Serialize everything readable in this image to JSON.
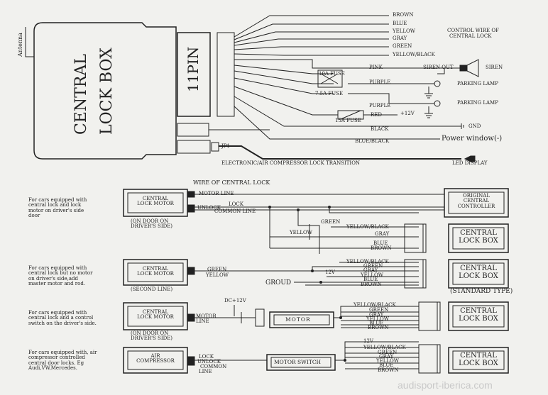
{
  "main_unit": {
    "title_line1": "CENTRAL",
    "title_line2": "LOCK BOX",
    "antenna": "Antenna",
    "pin_label": "11PIN",
    "jp1": "JP1"
  },
  "wires_top": {
    "brown": "BROWN",
    "blue": "BLUE",
    "yellow": "YELLOW",
    "gray": "GRAY",
    "green": "GREEN",
    "yellow_black": "YELLOW/BLACK",
    "pink": "PINK",
    "purple1": "PURPLE",
    "purple2": "PURPLE",
    "red": "RED",
    "black": "BLACK",
    "blue_black": "BLUE/BLACK",
    "fuse_10a": "10A FUSE",
    "fuse_75a": "7.5A FUSE",
    "fuse_15a": "15A FUSE",
    "plus12v": "+12V",
    "gnd": "GND",
    "siren_out": "SIREN OUT",
    "siren": "SIREN",
    "parking_lamp1": "PARKING LAMP",
    "parking_lamp2": "PARKING LAMP",
    "power_window": "Power window(-)",
    "control_wire_line1": "CONTROL WIRE OF",
    "control_wire_line2": "CENTRAL LOCK",
    "led_display": "LED DISPLAY",
    "electronic_air": "ELECTRONIC/AIR COMPRESSOR LOCK TRANSITION"
  },
  "wire_of_central_lock": "WIRE OF CENTRAL LOCK",
  "standard_type": "(STANDARD TYPE)",
  "watermark": "audisport-iberica.com",
  "section1": {
    "desc": [
      "For cars equipped with",
      "central lock and lock",
      "motor on driver's side",
      "door"
    ],
    "motor_box": [
      "CENTRAL",
      "LOCK MOTOR"
    ],
    "caption": [
      "(ON DOOR ON",
      "DRIVER'S SIDE)"
    ],
    "motor_line": "MOTOR LINE",
    "lock": "LOCK",
    "unlock": "UNLOCK",
    "common_line": "COMMON LINE",
    "controller": [
      "ORIGINAL",
      "CENTRAL",
      "CONTROLLER"
    ],
    "green": "GREEN",
    "yellow": "YELLOW",
    "wires": [
      "YELLOW/BLACK",
      "GRAY",
      "BLUE",
      "BROWN"
    ],
    "lockbox": [
      "CENTRAL",
      "LOCK BOX"
    ]
  },
  "section2": {
    "desc": [
      "For cars equipped with",
      "central lock but no motor",
      "on driver's side,add",
      "master motor and rod."
    ],
    "motor_box": [
      "CENTRAL",
      "LOCK MOTOR"
    ],
    "caption": [
      "(SECOND LINE)"
    ],
    "green": "GREEN",
    "yellow": "YELLOW",
    "groud": "GROUD",
    "plus12v": "12V",
    "wires": [
      "YELLOW/BLACK",
      "GREEN",
      "GRAY",
      "YELLOW",
      "BLUE",
      "BROWN"
    ],
    "lockbox": [
      "CENTRAL",
      "LOCK BOX"
    ]
  },
  "section3": {
    "desc": [
      "For cars equipped with",
      "central lock and a control",
      "switch on the driver's side."
    ],
    "motor_box": [
      "CENTRAL",
      "LOCK MOTOR"
    ],
    "caption": [
      "(ON DOOR ON",
      "DRIVER'S SIDE)"
    ],
    "dc12v": "DC+12V",
    "motor_line": [
      "MOTOR",
      "LINE"
    ],
    "motor": "MOTOR",
    "wires": [
      "YELLOW/BLACK",
      "GREEN",
      "GRAY",
      "YELLOW",
      "BLUE",
      "BROWN"
    ],
    "lockbox": [
      "CENTRAL",
      "LOCK BOX"
    ]
  },
  "section4": {
    "desc": [
      "For cars equipped with, air",
      "compressor controlled",
      "central door locks. Eg",
      "Audi,VW,Mercedes."
    ],
    "air_box": [
      "AIR",
      "COMPRESSOR"
    ],
    "lock": "LOCK",
    "unlock": "UNLOCK",
    "common": "COMMON",
    "line": "LINE",
    "motor_switch": "MOTOR SWITCH",
    "plus12v": "12V",
    "wires": [
      "YELLOW/BLACK",
      "GREEN",
      "GRAY",
      "YELLOW",
      "BLUE",
      "BROWN"
    ],
    "lockbox": [
      "CENTRAL",
      "LOCK BOX"
    ]
  }
}
